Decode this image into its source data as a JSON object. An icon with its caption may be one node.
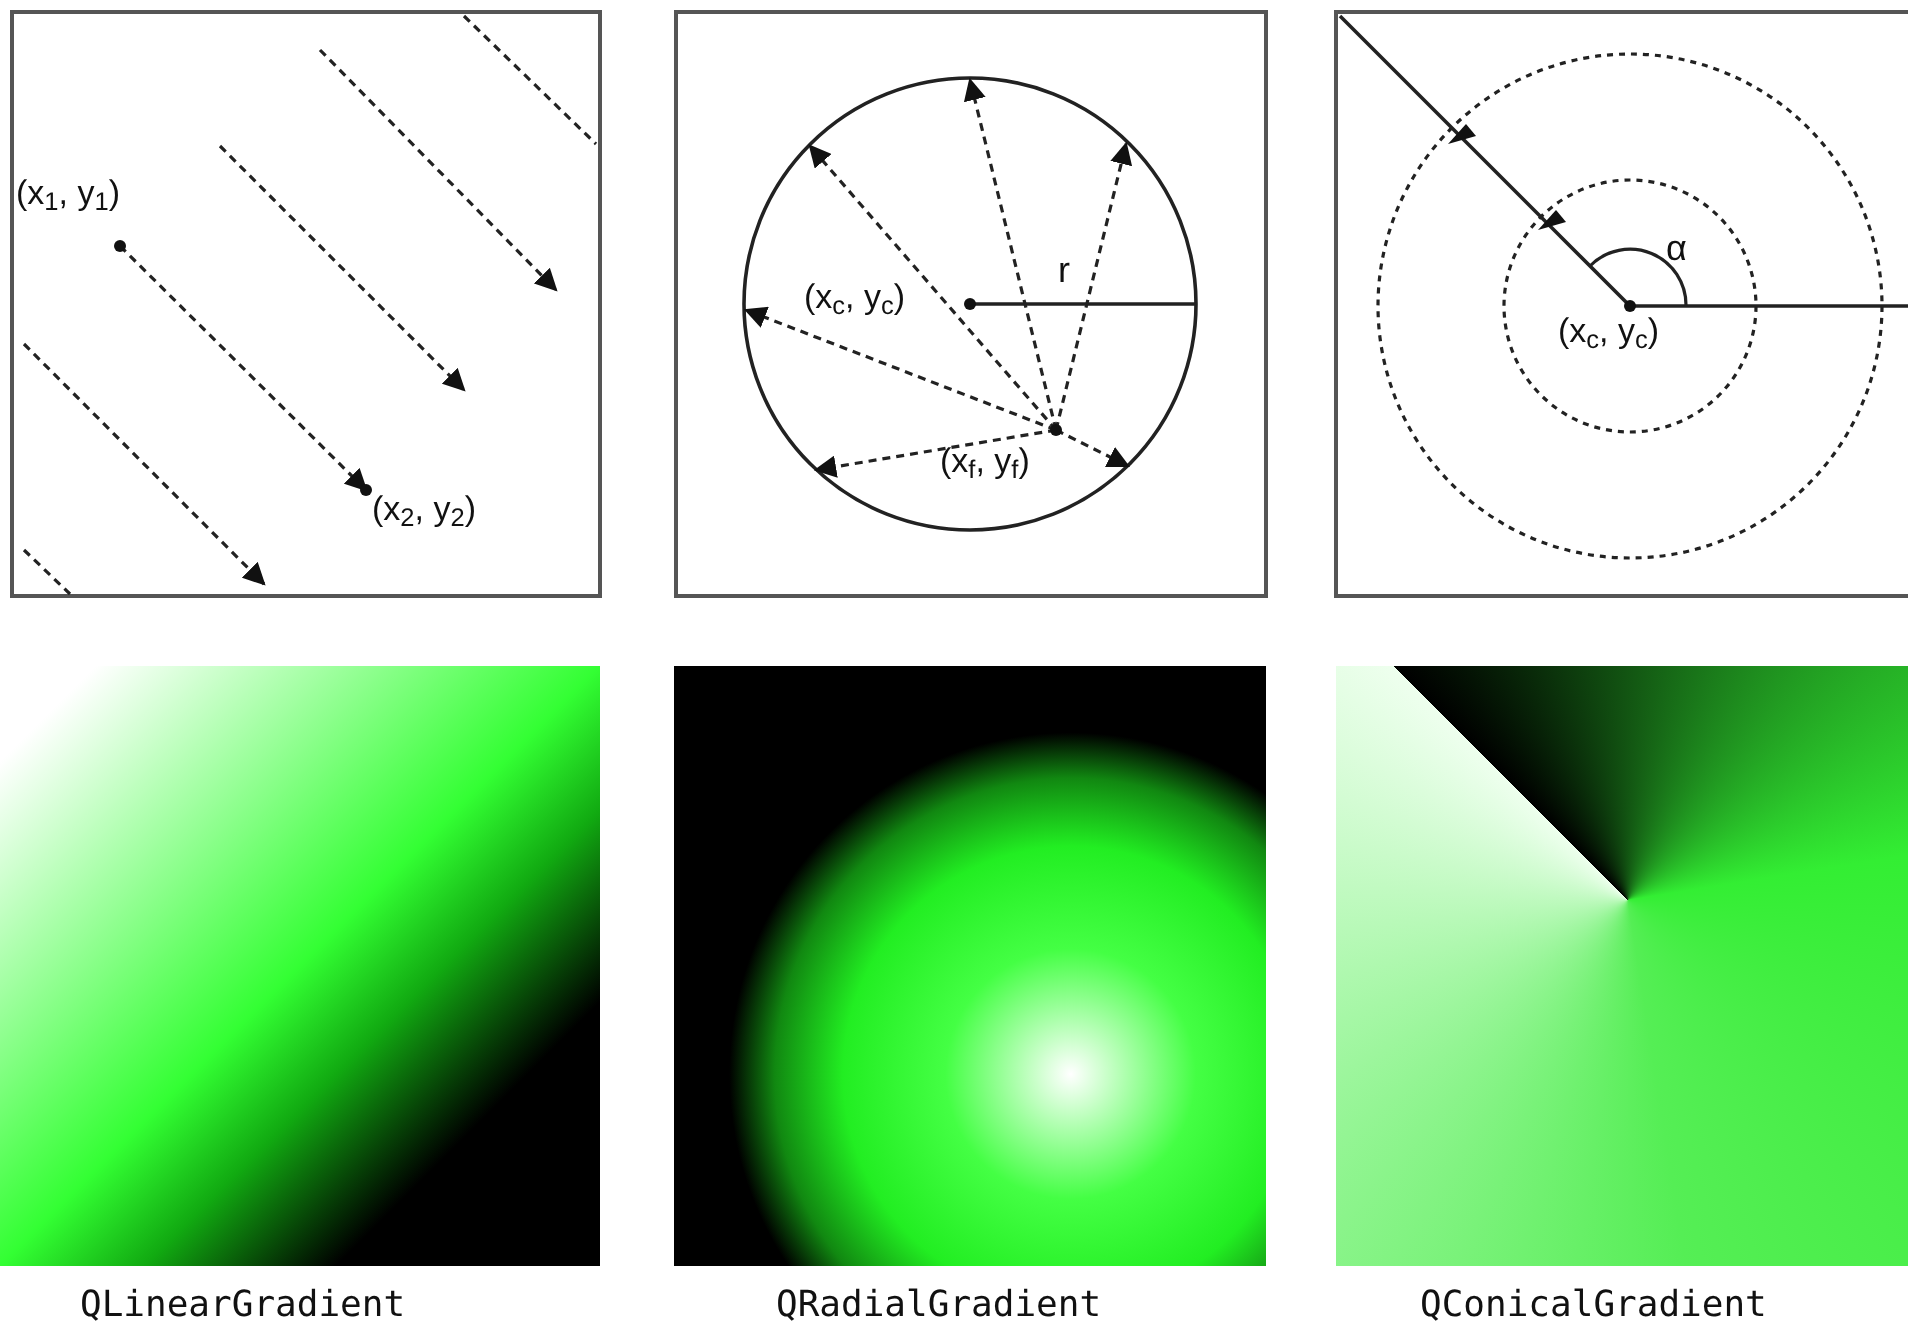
{
  "diagram": {
    "labels": [
      "(x$_{1}$, y$_{1}$)",
      "(x$_{2}$, y$_{2}$)",
      "(x$_{c}$, y$_{c}$)",
      "r",
      "(x$_{f}$, y$_{f}$)",
      "α",
      "(x$_{c}$, y$_{c}$)",
      "QLinearGradient",
      "QRadialGradient",
      "QConicalGradient"
    ]
  }
}
